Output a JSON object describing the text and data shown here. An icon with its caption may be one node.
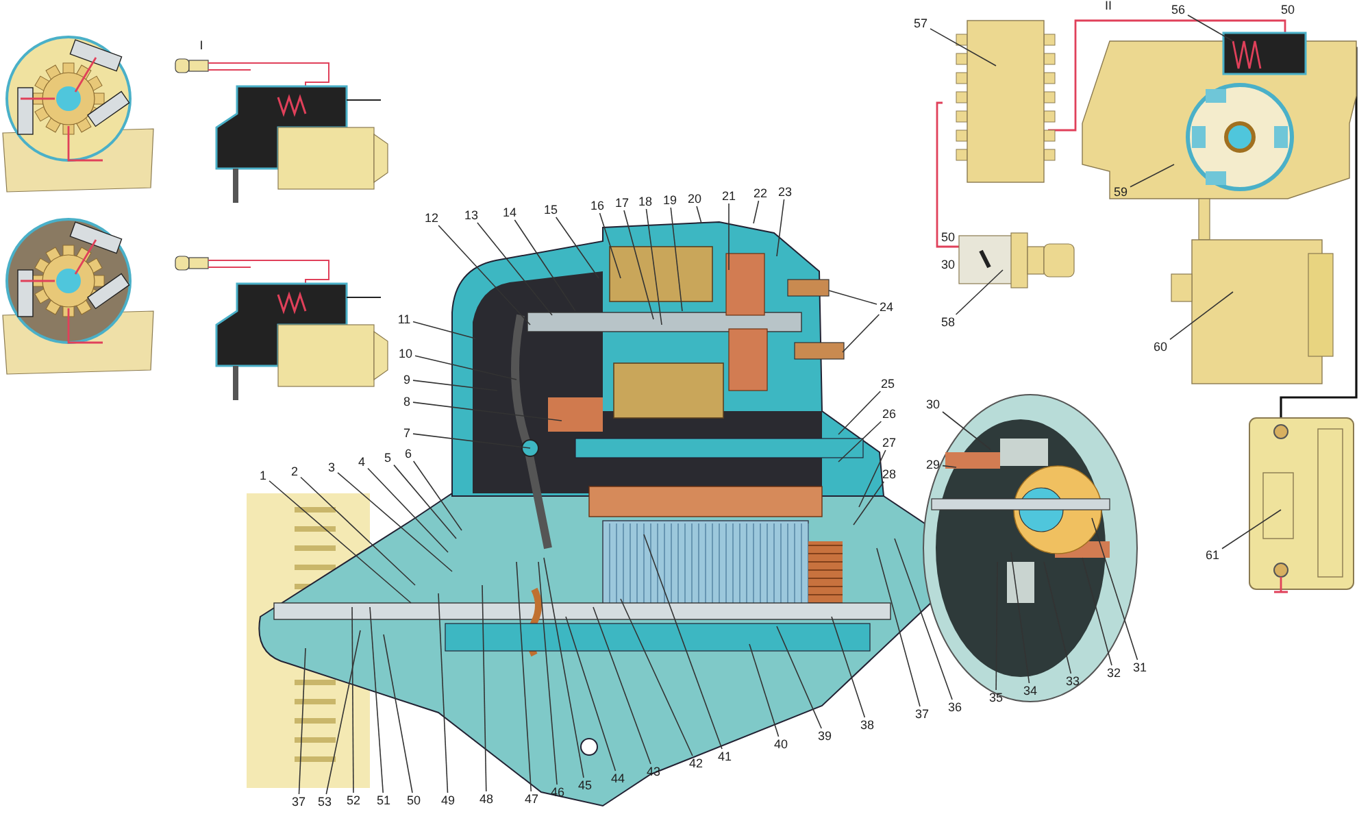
{
  "diagram": {
    "nodes": [
      {
        "text": [
          "1"
        ]
      },
      {
        "text": [
          "2"
        ]
      },
      {
        "text": [
          "3"
        ]
      },
      {
        "text": [
          "4"
        ]
      },
      {
        "text": [
          "5"
        ]
      },
      {
        "text": [
          "6"
        ]
      },
      {
        "text": [
          "7"
        ]
      },
      {
        "text": [
          "8"
        ]
      },
      {
        "text": [
          "9"
        ]
      },
      {
        "text": [
          "10"
        ]
      },
      {
        "text": [
          "11"
        ]
      },
      {
        "text": [
          "12"
        ]
      },
      {
        "text": [
          "13"
        ]
      },
      {
        "text": [
          "14"
        ]
      },
      {
        "text": [
          "15"
        ]
      },
      {
        "text": [
          "16"
        ]
      },
      {
        "text": [
          "17"
        ]
      },
      {
        "text": [
          "18"
        ]
      },
      {
        "text": [
          "19"
        ]
      },
      {
        "text": [
          "20"
        ]
      },
      {
        "text": [
          "21"
        ]
      },
      {
        "text": [
          "22"
        ]
      },
      {
        "text": [
          "23"
        ]
      },
      {
        "text": [
          "24"
        ]
      },
      {
        "text": [
          "25"
        ]
      },
      {
        "text": [
          "26"
        ]
      },
      {
        "text": [
          "27"
        ]
      },
      {
        "text": [
          "28"
        ]
      },
      {
        "text": [
          "29"
        ]
      },
      {
        "text": [
          "30"
        ]
      },
      {
        "text": [
          "31"
        ]
      },
      {
        "text": [
          "32"
        ]
      },
      {
        "text": [
          "33"
        ]
      },
      {
        "text": [
          "34"
        ]
      },
      {
        "text": [
          "35"
        ]
      },
      {
        "text": [
          "36"
        ]
      },
      {
        "text": [
          "37"
        ]
      },
      {
        "text": [
          "38"
        ]
      },
      {
        "text": [
          "39"
        ]
      },
      {
        "text": [
          "40"
        ]
      },
      {
        "text": [
          "41"
        ]
      },
      {
        "text": [
          "42"
        ]
      },
      {
        "text": [
          "43"
        ]
      },
      {
        "text": [
          "44"
        ]
      },
      {
        "text": [
          "45"
        ]
      },
      {
        "text": [
          "46"
        ]
      },
      {
        "text": [
          "47"
        ]
      },
      {
        "text": [
          "48"
        ]
      },
      {
        "text": [
          "49"
        ]
      },
      {
        "text": [
          "50"
        ]
      },
      {
        "text": [
          "51"
        ]
      },
      {
        "text": [
          "52"
        ]
      },
      {
        "text": [
          "53"
        ]
      },
      {
        "text": [
          "37"
        ]
      },
      {
        "text": [
          "56"
        ]
      },
      {
        "text": [
          "57"
        ]
      },
      {
        "text": [
          "58"
        ]
      },
      {
        "text": [
          "59"
        ]
      },
      {
        "text": [
          "60"
        ]
      },
      {
        "text": [
          "61"
        ]
      }
    ],
    "edges": [
      {
        "from": 0,
        "to": null,
        "arrow": "none"
      },
      {
        "from": 1,
        "to": null,
        "arrow": "none"
      },
      {
        "from": 2,
        "to": null,
        "arrow": "none"
      },
      {
        "from": 3,
        "to": null,
        "arrow": "none"
      },
      {
        "from": 4,
        "to": null,
        "arrow": "none"
      },
      {
        "from": 5,
        "to": null,
        "arrow": "none"
      },
      {
        "from": 6,
        "to": null,
        "arrow": "none"
      },
      {
        "from": 7,
        "to": null,
        "arrow": "none"
      },
      {
        "from": 8,
        "to": null,
        "arrow": "none"
      },
      {
        "from": 9,
        "to": null,
        "arrow": "none"
      },
      {
        "from": 10,
        "to": null,
        "arrow": "none"
      },
      {
        "from": 11,
        "to": null,
        "arrow": "none"
      },
      {
        "from": 12,
        "to": null,
        "arrow": "none"
      },
      {
        "from": 13,
        "to": null,
        "arrow": "none"
      },
      {
        "from": 14,
        "to": null,
        "arrow": "none"
      },
      {
        "from": 15,
        "to": null,
        "arrow": "none"
      },
      {
        "from": 16,
        "to": null,
        "arrow": "none"
      },
      {
        "from": 17,
        "to": null,
        "arrow": "none"
      },
      {
        "from": 18,
        "to": null,
        "arrow": "none"
      },
      {
        "from": 19,
        "to": null,
        "arrow": "none"
      },
      {
        "from": 20,
        "to": null,
        "arrow": "none"
      },
      {
        "from": 21,
        "to": null,
        "arrow": "none"
      },
      {
        "from": 22,
        "to": null,
        "arrow": "none"
      },
      {
        "from": 23,
        "to": null,
        "arrow": "none"
      },
      {
        "from": 23,
        "to": null,
        "arrow": "none"
      },
      {
        "from": 24,
        "to": null,
        "arrow": "none"
      },
      {
        "from": 25,
        "to": null,
        "arrow": "none"
      },
      {
        "from": 26,
        "to": null,
        "arrow": "none"
      },
      {
        "from": 27,
        "to": null,
        "arrow": "none"
      },
      {
        "from": 28,
        "to": null,
        "arrow": "none"
      },
      {
        "from": 29,
        "to": null,
        "arrow": "none"
      },
      {
        "from": 30,
        "to": null,
        "arrow": "none"
      },
      {
        "from": 31,
        "to": null,
        "arrow": "none"
      },
      {
        "from": 32,
        "to": null,
        "arrow": "none"
      },
      {
        "from": 33,
        "to": null,
        "arrow": "none"
      },
      {
        "from": 34,
        "to": null,
        "arrow": "none"
      },
      {
        "from": 35,
        "to": null,
        "arrow": "none"
      },
      {
        "from": 36,
        "to": null,
        "arrow": "none"
      },
      {
        "from": 37,
        "to": null,
        "arrow": "none"
      },
      {
        "from": 38,
        "to": null,
        "arrow": "none"
      },
      {
        "from": 39,
        "to": null,
        "arrow": "none"
      },
      {
        "from": 40,
        "to": null,
        "arrow": "none"
      },
      {
        "from": 41,
        "to": null,
        "arrow": "none"
      },
      {
        "from": 42,
        "to": null,
        "arrow": "none"
      },
      {
        "from": 43,
        "to": null,
        "arrow": "none"
      },
      {
        "from": 44,
        "to": null,
        "arrow": "none"
      },
      {
        "from": 45,
        "to": null,
        "arrow": "none"
      },
      {
        "from": 46,
        "to": null,
        "arrow": "none"
      },
      {
        "from": 47,
        "to": null,
        "arrow": "none"
      },
      {
        "from": 48,
        "to": null,
        "arrow": "none"
      },
      {
        "from": 49,
        "to": null,
        "arrow": "none"
      },
      {
        "from": 50,
        "to": null,
        "arrow": "none"
      },
      {
        "from": 51,
        "to": null,
        "arrow": "none"
      },
      {
        "from": 52,
        "to": null,
        "arrow": "none"
      },
      {
        "from": 53,
        "to": null,
        "arrow": "none"
      },
      {
        "from": 54,
        "to": null,
        "arrow": "none"
      },
      {
        "from": 55,
        "to": null,
        "arrow": "none"
      },
      {
        "from": 56,
        "to": null,
        "arrow": "none"
      },
      {
        "from": 57,
        "to": null,
        "arrow": "none"
      },
      {
        "from": 58,
        "to": null,
        "arrow": "none"
      },
      {
        "from": 59,
        "to": null,
        "arrow": "none"
      }
    ],
    "labels": [
      "II",
      "50",
      "I",
      "50",
      "30"
    ]
  }
}
